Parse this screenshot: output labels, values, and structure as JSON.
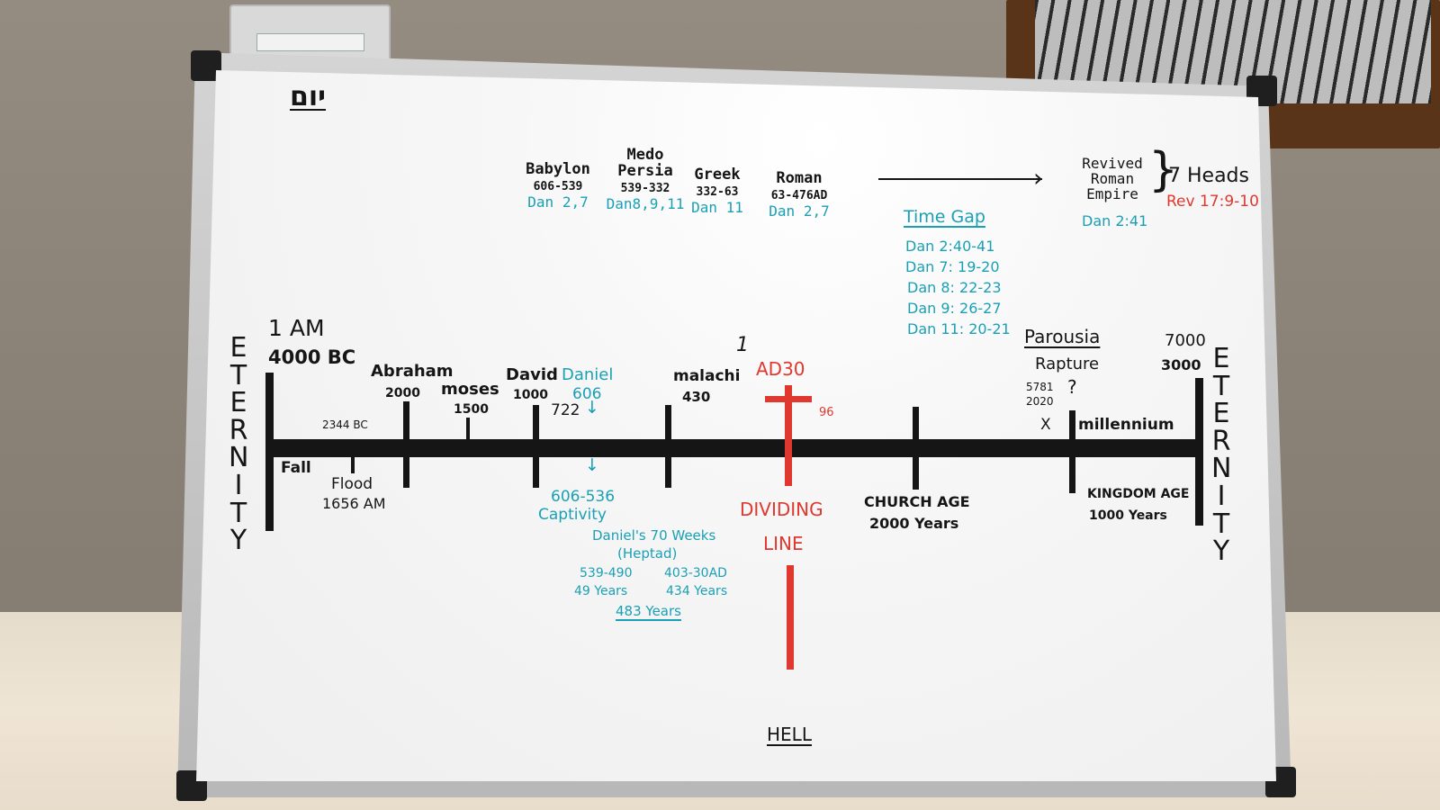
{
  "header": {
    "hebrew": "יום"
  },
  "kingdoms": [
    {
      "name": "Babylon",
      "dates": "606-539",
      "ref": "Dan 2,7"
    },
    {
      "name": "Medo\nPersia",
      "dates": "539-332",
      "ref": "Dan8,9,11"
    },
    {
      "name": "Greek",
      "dates": "332-63",
      "ref": "Dan 11"
    },
    {
      "name": "Roman",
      "dates": "63-476AD",
      "ref": "Dan 2,7"
    }
  ],
  "revived": {
    "line1": "Revived",
    "line2": "Roman",
    "line3": "Empire",
    "heads": "7 Heads",
    "rev_ref": "Rev 17:9-10",
    "dan_ref": "Dan 2:41"
  },
  "time_gap": {
    "title": "Time Gap",
    "refs": [
      "Dan 2:40-41",
      "Dan 7: 19-20",
      "Dan 8: 22-23",
      "Dan 9: 26-27",
      "Dan 11: 20-21"
    ]
  },
  "eternity": {
    "left": "ETERNITY",
    "right": "ETERNITY"
  },
  "timeline": {
    "start_am": "1 AM",
    "start_bc": "4000 BC",
    "abraham": "Abraham",
    "abraham_year": "2000",
    "moses": "moses",
    "moses_year": "1500",
    "david": "David",
    "david_year": "1000",
    "daniel": "Daniel",
    "daniel_year": "606",
    "year_722": "722",
    "malachi": "malachi",
    "malachi_year": "430",
    "one": "1",
    "ad30": "AD30",
    "year_96": "96",
    "bc_2344": "2344 BC",
    "fall": "Fall",
    "flood": "Flood",
    "flood_am": "1656 AM",
    "captivity_years": "606-536",
    "captivity": "Captivity",
    "daniel_weeks": "Daniel's 70 Weeks",
    "heptad": "(Heptad)",
    "w1_range": "539-490",
    "w1_years": "49 Years",
    "w2_range": "403-30AD",
    "w2_years": "434 Years",
    "total": "483 Years",
    "dividing_1": "DIVIDING",
    "dividing_2": "LINE",
    "church_age": "CHURCH AGE",
    "church_years": "2000 Years",
    "parousia": "Parousia",
    "rapture": "Rapture",
    "year_5781": "5781",
    "year_2020": "2020",
    "question": "?",
    "x_mark": "X",
    "millennium": "millennium",
    "end_am": "7000",
    "end_ad": "3000",
    "kingdom_age": "KINGDOM AGE",
    "kingdom_years": "1000 Years",
    "hell": "HELL"
  },
  "colors": {
    "black_marker": "#151515",
    "teal_marker": "#1aa0b5",
    "red_marker": "#e0382f",
    "board": "#f5f5f5",
    "wall": "#8d857a"
  }
}
